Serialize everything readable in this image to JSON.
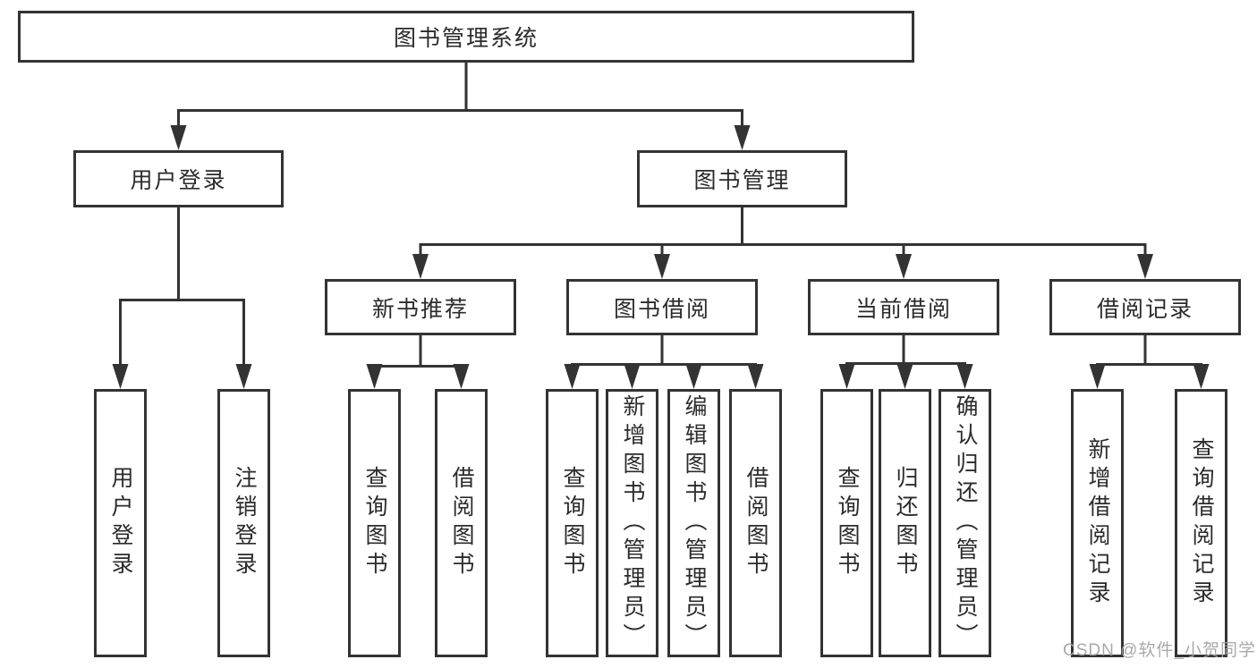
{
  "diagram": {
    "root": {
      "label": "图书管理系统"
    },
    "level2": [
      {
        "label": "用户登录"
      },
      {
        "label": "图书管理"
      }
    ],
    "level3": [
      {
        "label": "新书推荐"
      },
      {
        "label": "图书借阅"
      },
      {
        "label": "当前借阅"
      },
      {
        "label": "借阅记录"
      }
    ],
    "leaves": {
      "user_login": [
        "用户登录",
        "注销登录"
      ],
      "new_books": [
        "查询图书",
        "借阅图书"
      ],
      "book_borrowing": [
        "查询图书",
        "新增图书（管理员）",
        "编辑图书（管理员）",
        "借阅图书"
      ],
      "current_borrowing": [
        "查询图书",
        "归还图书",
        "确认归还（管理员）"
      ],
      "borrow_records": [
        "新增借阅记录",
        "查询借阅记录"
      ]
    },
    "watermark": "CSDN @软件_小贺同学",
    "colors": {
      "line": "#333333",
      "text": "#2b2b2b",
      "watermark": "#a4a4a4",
      "background": "#ffffff"
    }
  }
}
